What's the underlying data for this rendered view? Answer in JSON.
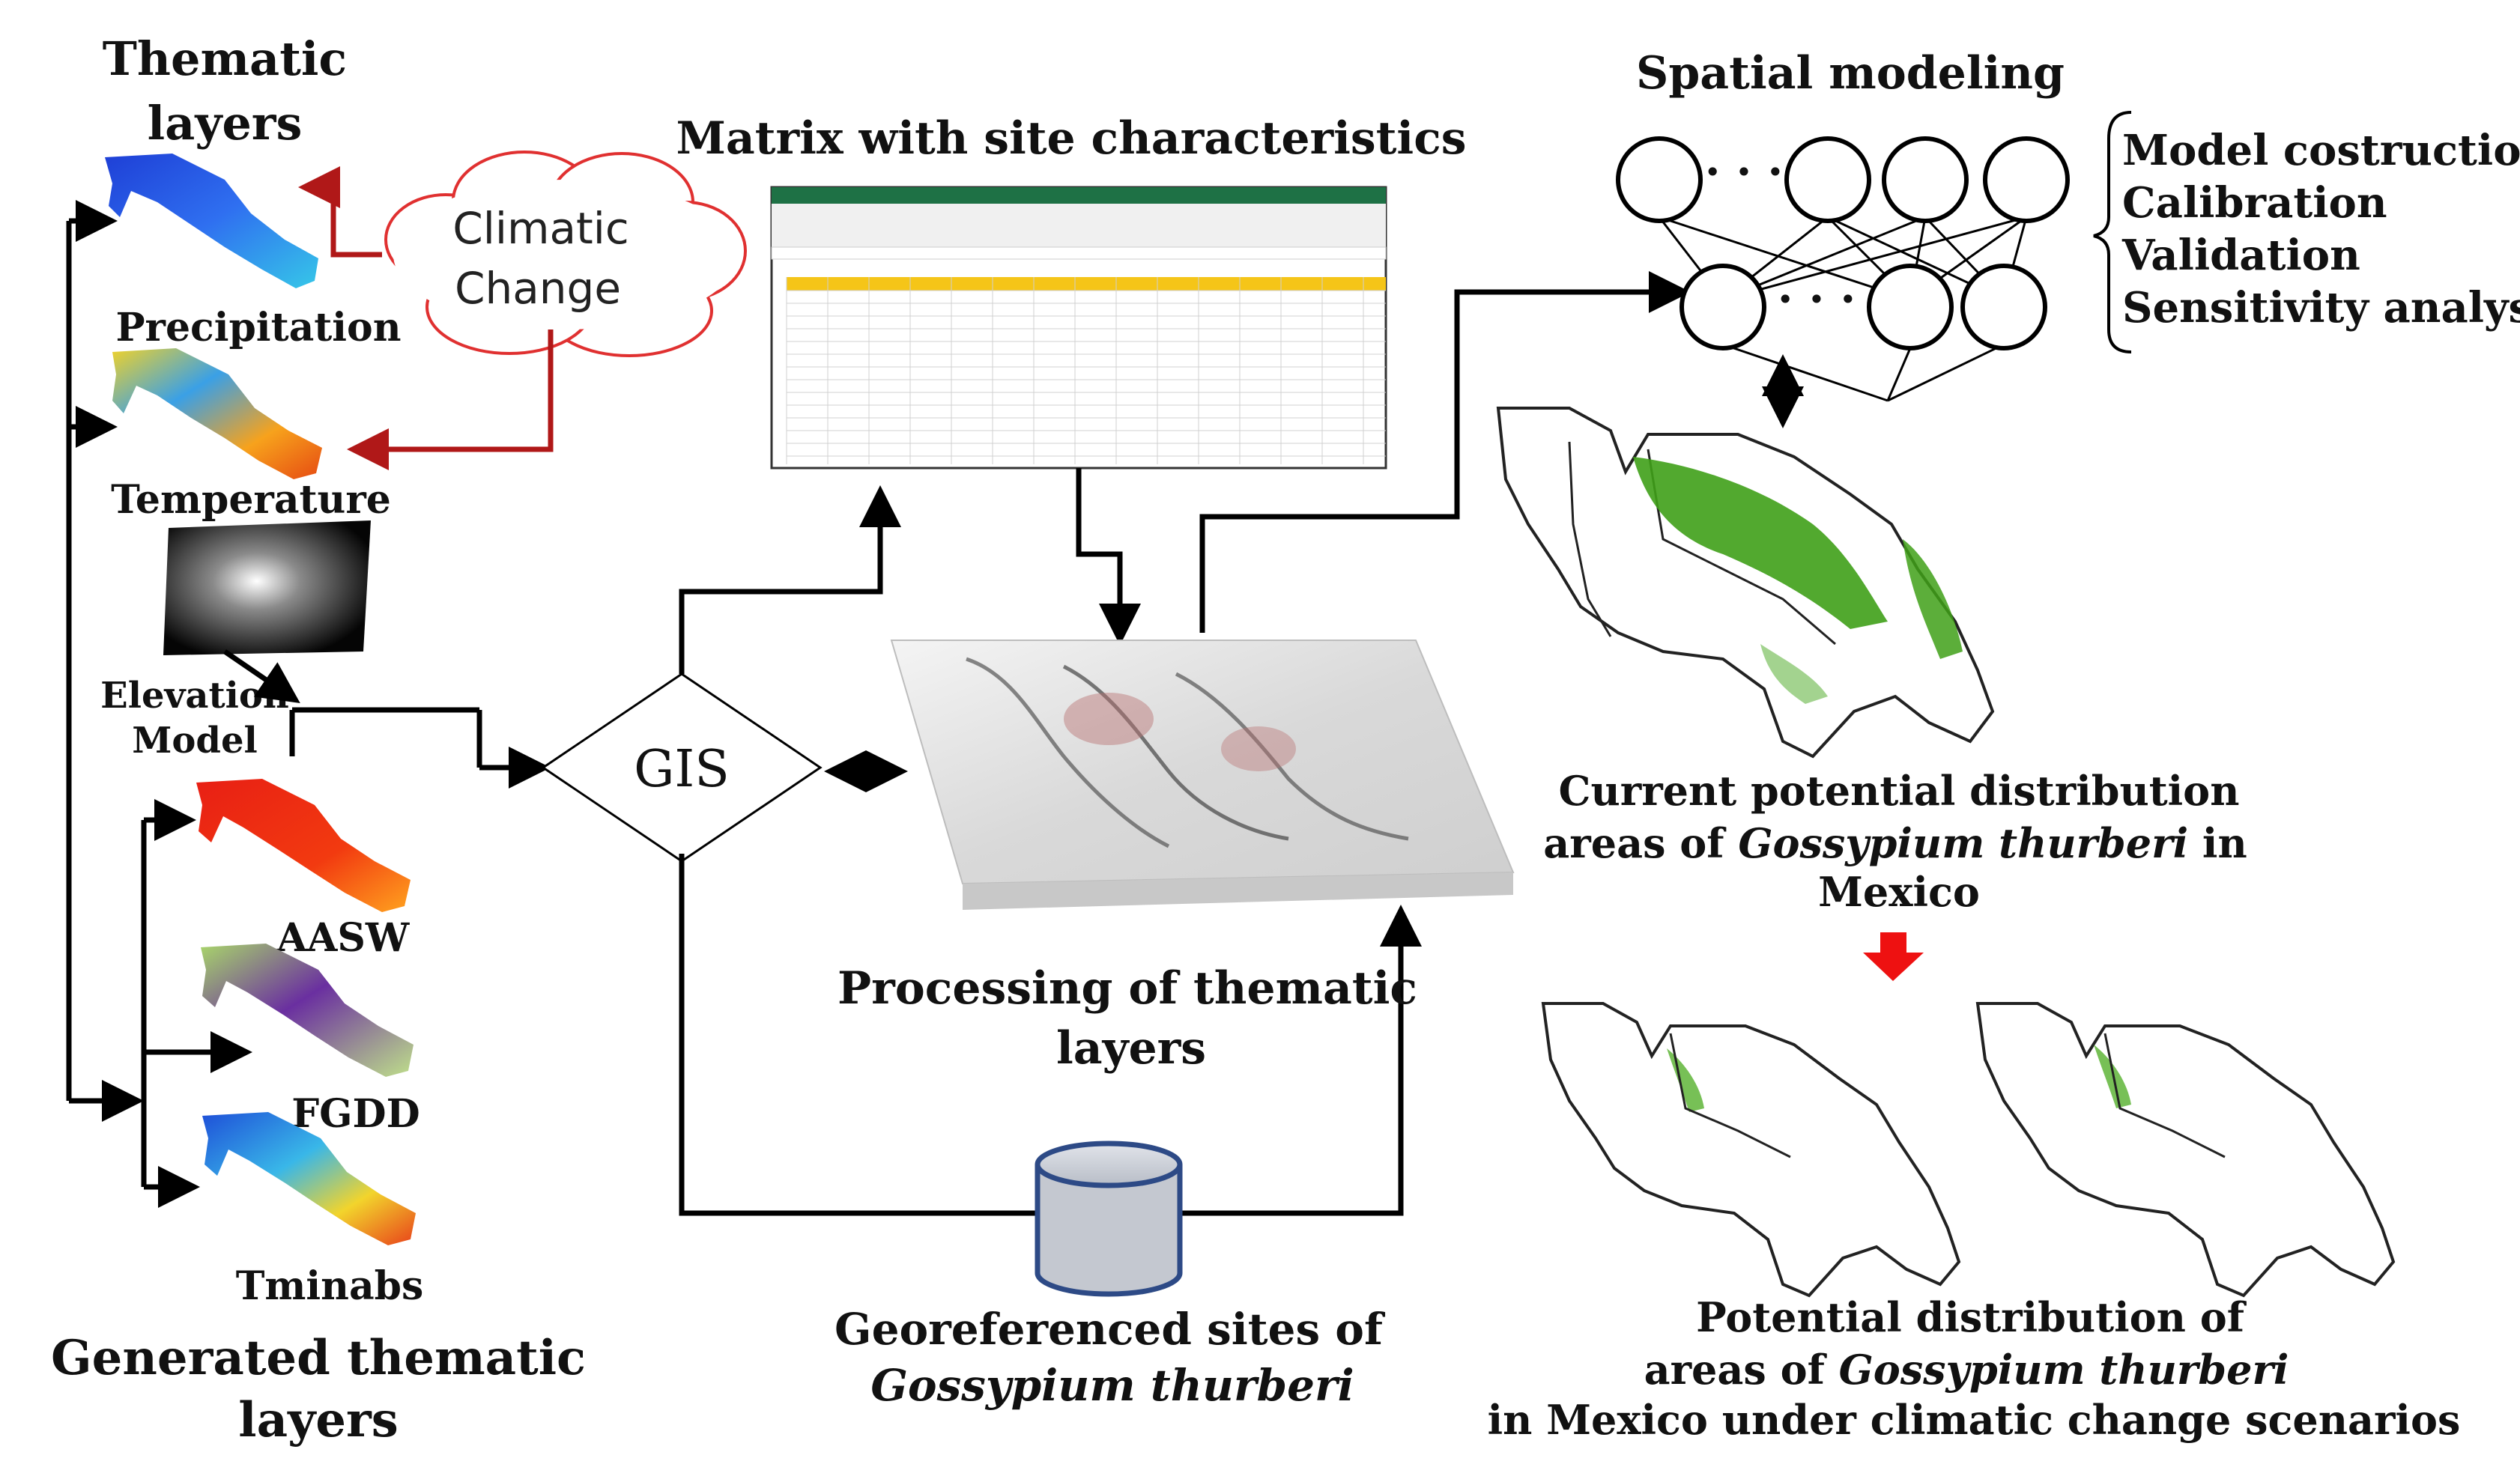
{
  "left": {
    "title_line1": "Thematic",
    "title_line2": "layers",
    "precipitation": "Precipitation",
    "temperature": "Temperature",
    "elevation_line1": "Elevation",
    "elevation_line2": "Model",
    "aasw": "AASW",
    "fgdd": "FGDD",
    "tminabs": "Tminabs",
    "generated_line1": "Generated thematic",
    "generated_line2": "layers"
  },
  "cloud": {
    "line1": "Climatic",
    "line2": "Change"
  },
  "gis": {
    "label": "GIS"
  },
  "matrix": {
    "title": "Matrix with site characteristics"
  },
  "processing": {
    "line1": "Processing of thematic",
    "line2": "layers"
  },
  "sites": {
    "line1": "Georeferenced sites of",
    "line2": "Gossypium thurberi"
  },
  "spatial": {
    "title": "Spatial modeling",
    "dots_top": "· · ·",
    "dots_bottom": "· · ·",
    "steps": [
      "Model costruction",
      "Calibration",
      "Validation",
      "Sensitivity analysis"
    ]
  },
  "current": {
    "line1": "Current potential distribution",
    "line2_pre": "areas of ",
    "line2_species": "Gossypium thurberi",
    "line2_post": " in",
    "line3": "Mexico"
  },
  "future": {
    "line1": "Potential distribution of",
    "line2_pre": "areas of ",
    "line2_species": "Gossypium thurberi",
    "line3": "in Mexico under climatic change scenarios"
  },
  "colors": {
    "arrow": "#000000",
    "climate_arrow": "#b01818",
    "cloud_stroke": "#e03030",
    "down_arrow": "#ee1111",
    "cylinder_fill": "#c4c8d0",
    "cylinder_stroke": "#2d4a86",
    "green_area": "#3fa018"
  }
}
